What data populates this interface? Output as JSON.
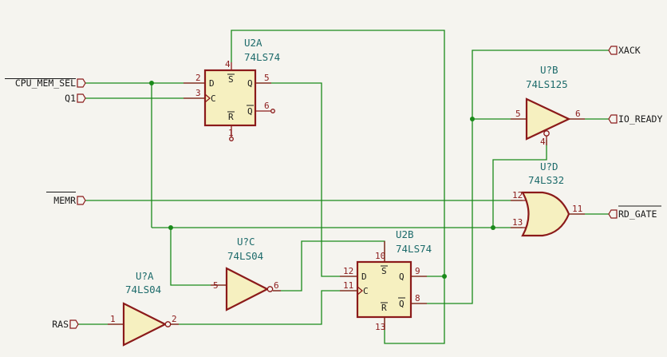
{
  "nets": {
    "cpu_mem_sel": "CPU_MEM_SEL",
    "q1": "Q1",
    "memr": "MEMR",
    "ras": "RAS",
    "xack": "XACK",
    "io_ready": "IO_READY",
    "rd_gate": "RD_GATE"
  },
  "u2a": {
    "ref": "U2A",
    "value": "74LS74",
    "pins": {
      "d": "2",
      "c": "3",
      "s": "4",
      "q": "5",
      "qn": "6",
      "r": "1"
    },
    "names": {
      "d": "D",
      "c": "C",
      "s": "S",
      "q": "Q",
      "qn": "Q",
      "r": "R"
    }
  },
  "u2b": {
    "ref": "U2B",
    "value": "74LS74",
    "pins": {
      "d": "12",
      "c": "11",
      "s": "10",
      "q": "9",
      "qn": "8",
      "r": "13"
    },
    "names": {
      "d": "D",
      "c": "C",
      "s": "S",
      "q": "Q",
      "qn": "Q",
      "r": "R"
    }
  },
  "u_b": {
    "ref": "U?B",
    "value": "74LS125",
    "pins": {
      "in": "5",
      "out": "6",
      "en": "4"
    }
  },
  "u_d": {
    "ref": "U?D",
    "value": "74LS32",
    "pins": {
      "a": "12",
      "b": "13",
      "out": "11"
    }
  },
  "u_c": {
    "ref": "U?C",
    "value": "74LS04",
    "pins": {
      "in": "5",
      "out": "6"
    }
  },
  "u_a": {
    "ref": "U?A",
    "value": "74LS04",
    "pins": {
      "in": "1",
      "out": "2"
    }
  }
}
